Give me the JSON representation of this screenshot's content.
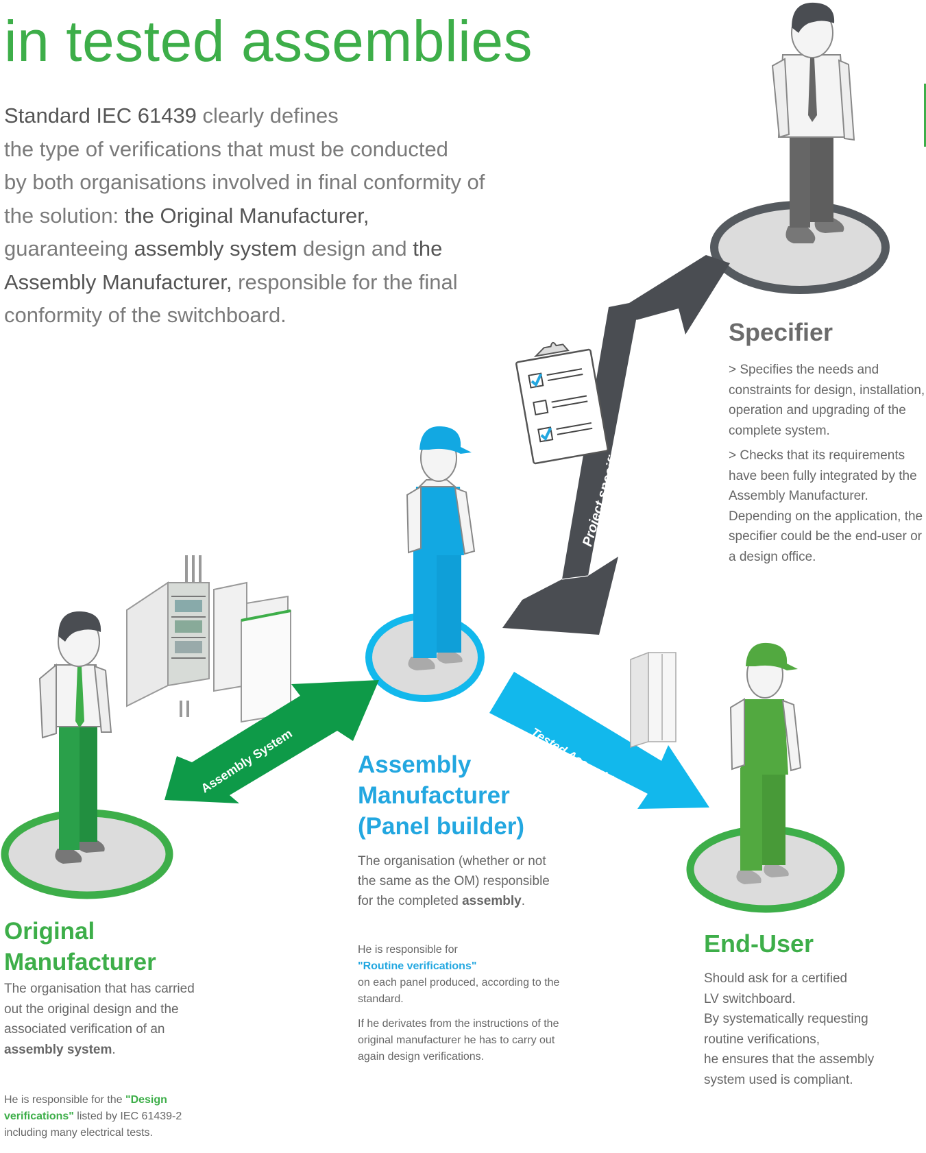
{
  "header": {
    "title": "in tested assemblies"
  },
  "intro": {
    "l1_a": "Standard IEC 61439",
    "l1_b": " clearly defines",
    "l2": "the type of  verifications that must be conducted",
    "l3": "by both organisations involved in final conformity of",
    "l4_a": "the solution: ",
    "l4_b": "the Original Manufacturer,",
    "l5_a": "guaranteeing ",
    "l5_b": "assembly system",
    "l5_c": " design and ",
    "l5_d": "the",
    "l6_a": "Assembly Manufacturer,",
    "l6_b": " responsible for the final",
    "l7": "conformity of  the switchboard."
  },
  "specifier": {
    "title": "Specifier",
    "p1": "> Specifies the needs and constraints for design, installation, operation and upgrading of the complete system.",
    "p2": "> Checks that its requirements have been fully integrated by the Assembly Manufacturer. Depending on the application, the specifier could be the end-user or a design office."
  },
  "assembly_manufacturer": {
    "title_l1": "Assembly",
    "title_l2": "Manufacturer",
    "title_l3": "(Panel builder)",
    "desc": "The organisation (whether or not the same as the OM) responsible for the completed ",
    "desc_bold": "assembly",
    "desc_end": ".",
    "resp_a": "He is responsible for",
    "resp_hl": "\"Routine verifications\"",
    "resp_b": "on each panel produced, according to the standard.",
    "note": "If he derivates from the instructions of the original manufacturer he has to carry out again design verifications."
  },
  "original_manufacturer": {
    "title_l1": "Original",
    "title_l2": "Manufacturer",
    "desc": "The organisation that has carried out the original design and the associated verification of an ",
    "desc_bold": "assembly system",
    "desc_end": ".",
    "resp_a": "He is responsible for the ",
    "resp_hl": "\"Design verifications\"",
    "resp_b": " listed by IEC 61439-2 including many electrical tests."
  },
  "end_user": {
    "title": "End-User",
    "l1": "Should ask for a certified",
    "l2": "LV switchboard.",
    "l3": "By systematically requesting",
    "l4": "routine verifications,",
    "l5": "he ensures that the assembly",
    "l6": "system used is compliant."
  },
  "arrows": {
    "project": "Project specification*",
    "assembly_system": "Assembly System",
    "tested": "Tested Assembly"
  },
  "colors": {
    "green": "#3dae49",
    "dark_green": "#0e9a48",
    "blue": "#23a7e0",
    "cyan_arrow": "#12b8ec",
    "dark_arrow": "#4a4d52",
    "platform": "#dcdcdc"
  }
}
